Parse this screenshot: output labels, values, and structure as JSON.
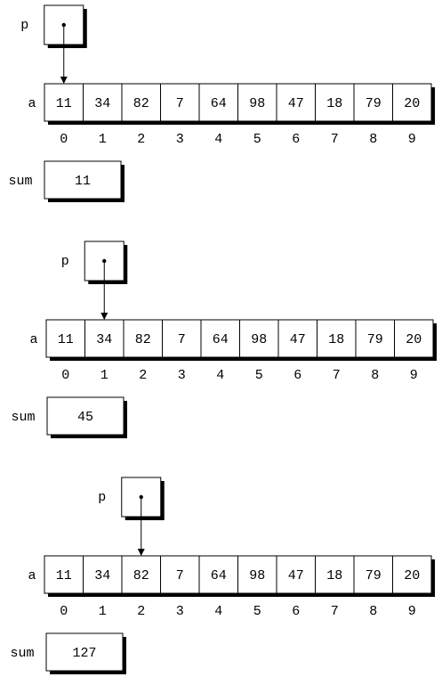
{
  "labels": {
    "pointer": "p",
    "array": "a",
    "sum": "sum"
  },
  "array_values": [
    "11",
    "34",
    "82",
    "7",
    "64",
    "98",
    "47",
    "18",
    "79",
    "20"
  ],
  "indices": [
    "0",
    "1",
    "2",
    "3",
    "4",
    "5",
    "6",
    "7",
    "8",
    "9"
  ],
  "states": [
    {
      "pointer_index": 0,
      "sum": "11"
    },
    {
      "pointer_index": 1,
      "sum": "45"
    },
    {
      "pointer_index": 2,
      "sum": "127"
    }
  ]
}
